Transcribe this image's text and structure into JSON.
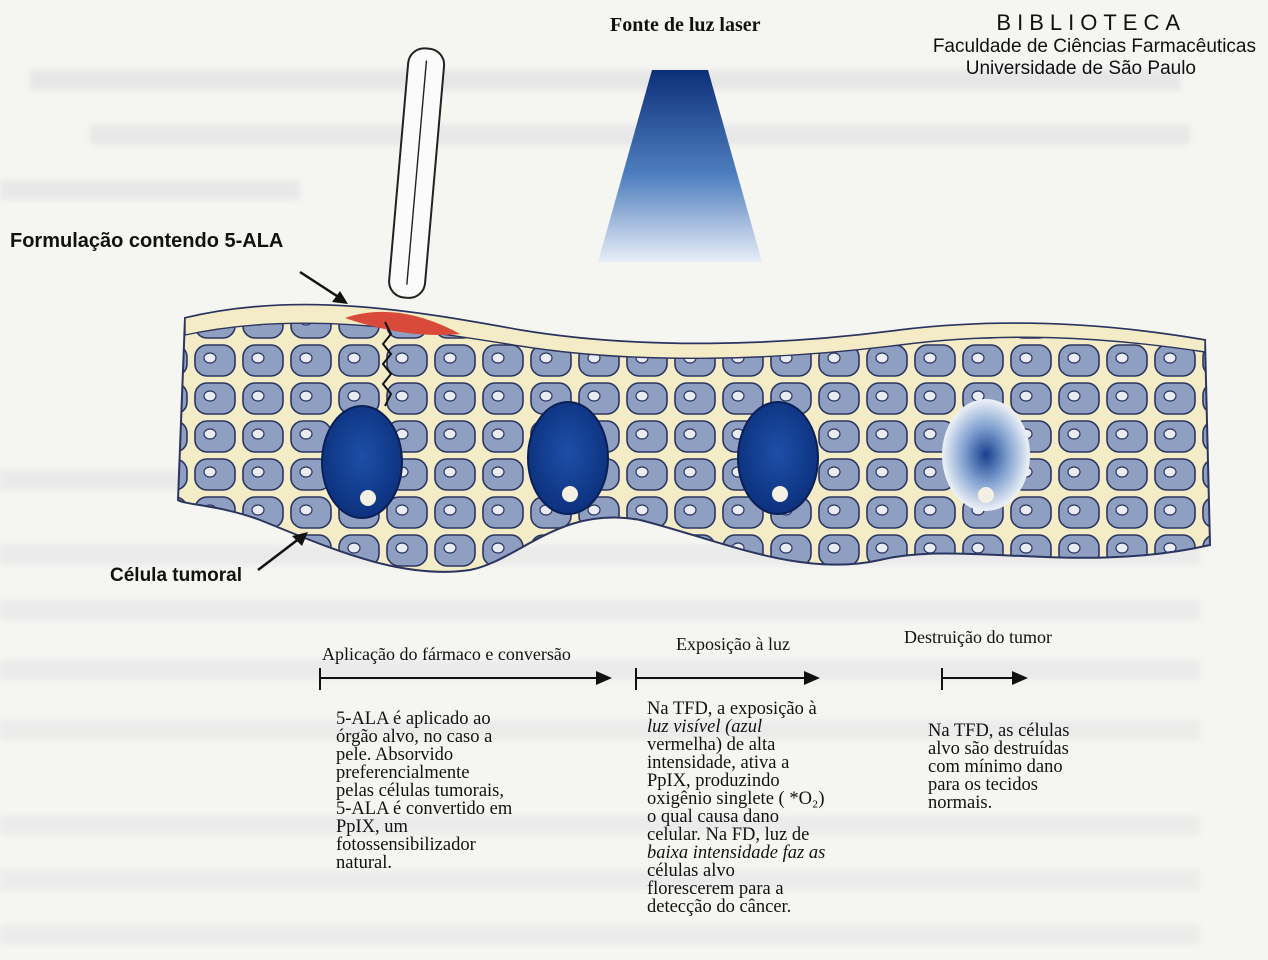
{
  "header": {
    "library": "BIBLIOTECA",
    "faculty": "Faculdade de Ciências Farmacêuticas",
    "university": "Universidade de São Paulo"
  },
  "labels": {
    "laser_source": "Fonte de luz laser",
    "formulation": "Formulação contendo 5-ALA",
    "tumor_cell": "Célula tumoral"
  },
  "stages": [
    {
      "title": "Aplicação do fármaco e conversão",
      "lines": [
        "5-ALA é aplicado ao",
        "órgão alvo, no caso a",
        "pele. Absorvido",
        "preferencialmente",
        "pelas células tumorais,",
        "5-ALA é convertido em",
        "PpIX, um",
        "fotossensibilizador",
        "natural."
      ]
    },
    {
      "title": "Exposição à luz",
      "lines": [
        "Na TFD, a exposição à",
        "luz visível (azul",
        "vermelha) de alta",
        "intensidade, ativa a",
        "PpIX, produzindo",
        "oxigênio singlete ( *O₂)",
        "o qual causa dano",
        "celular. Na FD, luz de",
        "baixa intensidade faz as",
        "células alvo",
        "florescerem para a",
        "detecção do câncer."
      ]
    },
    {
      "title": "Destruição do tumor",
      "lines": [
        "Na TFD, as células",
        "alvo são destruídas",
        "com mínimo dano",
        "para os tecidos",
        "normais."
      ]
    }
  ]
}
